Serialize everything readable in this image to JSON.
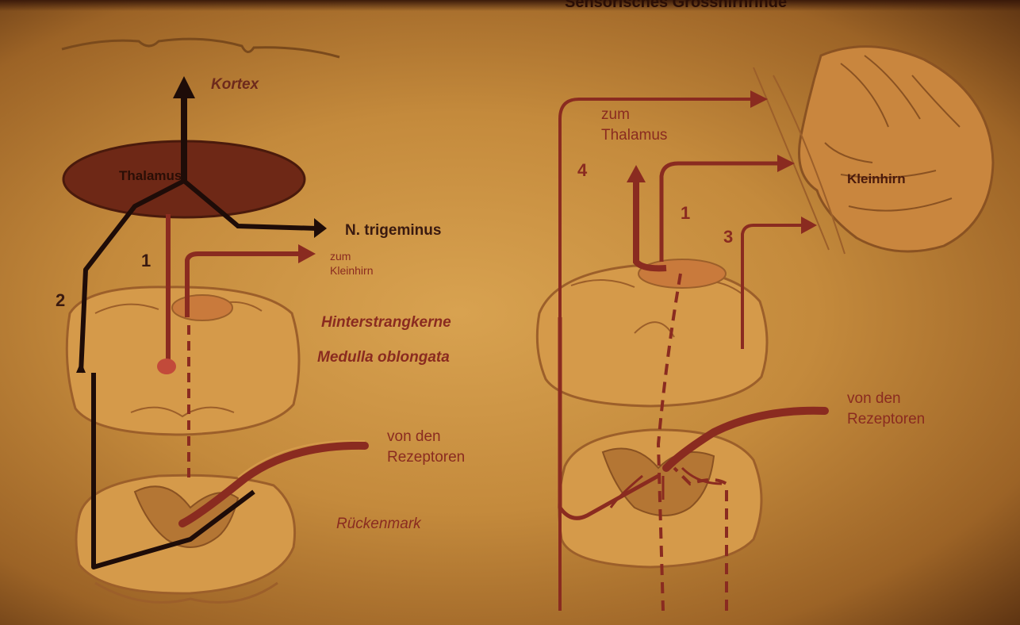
{
  "header": {
    "text": "Sensorisches Grosshirnrinde"
  },
  "left": {
    "cortex": "Kortex",
    "thalamus": "Thalamus",
    "trigeminus": "N. trigeminus",
    "zum_kleinhirn": "zum\nKleinhirn",
    "hinterstrang": "Hinterstrangkerne",
    "medulla": "Medulla oblongata",
    "rezeptoren": "von den\nRezeptoren",
    "rueckenmark": "Rückenmark",
    "num1": "1",
    "num2": "2"
  },
  "right": {
    "zum_thalamus": "zum\nThalamus",
    "kleinhirn": "Kleinhirn",
    "rezeptoren": "von den\nRezeptoren",
    "num1": "1",
    "num3": "3",
    "num4": "4"
  },
  "colors": {
    "pathway_red": "#8a2b20",
    "pathway_dark": "#1e0c08",
    "tissue_fill": "#d59a4a",
    "tissue_stroke": "#9c5f2a",
    "thalamus_fill": "#6e2816",
    "grey_matter": "#b47634"
  }
}
